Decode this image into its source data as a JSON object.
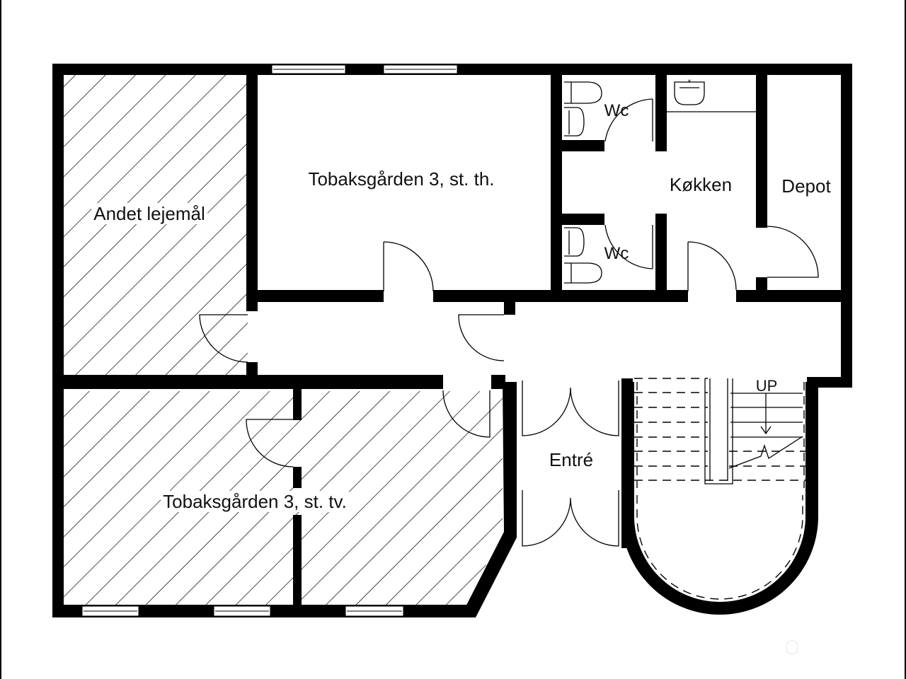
{
  "plan": {
    "rooms": [
      {
        "id": "andet-lejemaal",
        "label": "Andet lejemål",
        "hatched": true
      },
      {
        "id": "st-th",
        "label": "Tobaksgården 3, st. th.",
        "hatched": false
      },
      {
        "id": "wc-upper",
        "label": "Wc",
        "hatched": false
      },
      {
        "id": "wc-lower",
        "label": "Wc",
        "hatched": false
      },
      {
        "id": "koekken",
        "label": "Køkken",
        "hatched": false
      },
      {
        "id": "depot",
        "label": "Depot",
        "hatched": false
      },
      {
        "id": "entre",
        "label": "Entré",
        "hatched": false
      },
      {
        "id": "st-tv",
        "label": "Tobaksgården 3, st. tv.",
        "hatched": true
      }
    ],
    "stair": {
      "direction_label": "UP"
    },
    "colors": {
      "wall": "#000000",
      "background": "#ffffff",
      "hatch": "#000000"
    }
  }
}
